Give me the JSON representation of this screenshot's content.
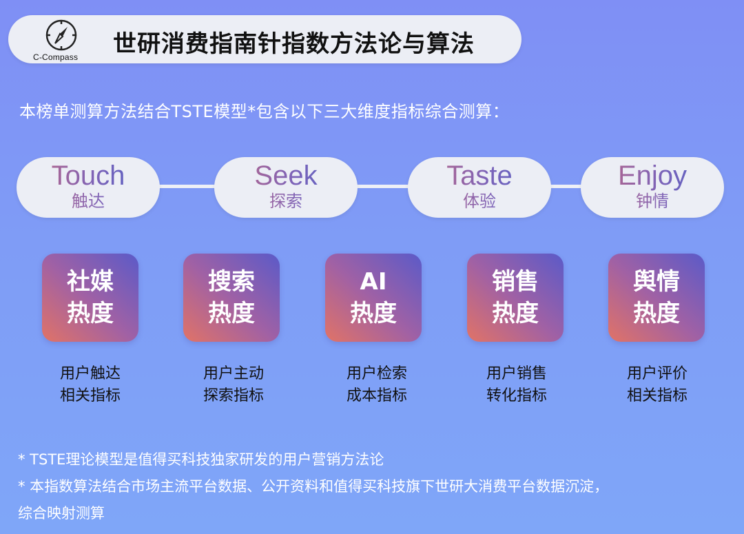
{
  "header": {
    "logo_text": "C-Compass",
    "title": "世研消费指南针指数方法论与算法"
  },
  "intro": "本榜单测算方法结合TSTE模型*包含以下三大维度指标综合测算：",
  "pills": [
    {
      "en": "Touch",
      "zh": "触达"
    },
    {
      "en": "Seek",
      "zh": "探索"
    },
    {
      "en": "Taste",
      "zh": "体验"
    },
    {
      "en": "Enjoy",
      "zh": "钟情"
    }
  ],
  "tiles": [
    {
      "line1": "社媒",
      "line2": "热度",
      "desc1": "用户触达",
      "desc2": "相关指标"
    },
    {
      "line1": "搜索",
      "line2": "热度",
      "desc1": "用户主动",
      "desc2": "探索指标"
    },
    {
      "line1": "AI",
      "line2": "热度",
      "desc1": "用户检索",
      "desc2": "成本指标"
    },
    {
      "line1": "销售",
      "line2": "热度",
      "desc1": "用户销售",
      "desc2": "转化指标"
    },
    {
      "line1": "舆情",
      "line2": "热度",
      "desc1": "用户评价",
      "desc2": "相关指标"
    }
  ],
  "notes": [
    "* TSTE理论模型是值得买科技独家研发的用户营销方法论",
    "* 本指数算法结合市场主流平台数据、公开资料和值得买科技旗下世研大消费平台数据沉淀，",
    "综合映射测算"
  ],
  "colors": {
    "background_top": "#7f8ff5",
    "background_bottom": "#7fa6f8",
    "pill_bg": "#eceef5",
    "tile_gradient_start": "#e17366",
    "tile_gradient_end": "#5b5ac8"
  },
  "icons": {
    "logo": "compass-icon"
  }
}
